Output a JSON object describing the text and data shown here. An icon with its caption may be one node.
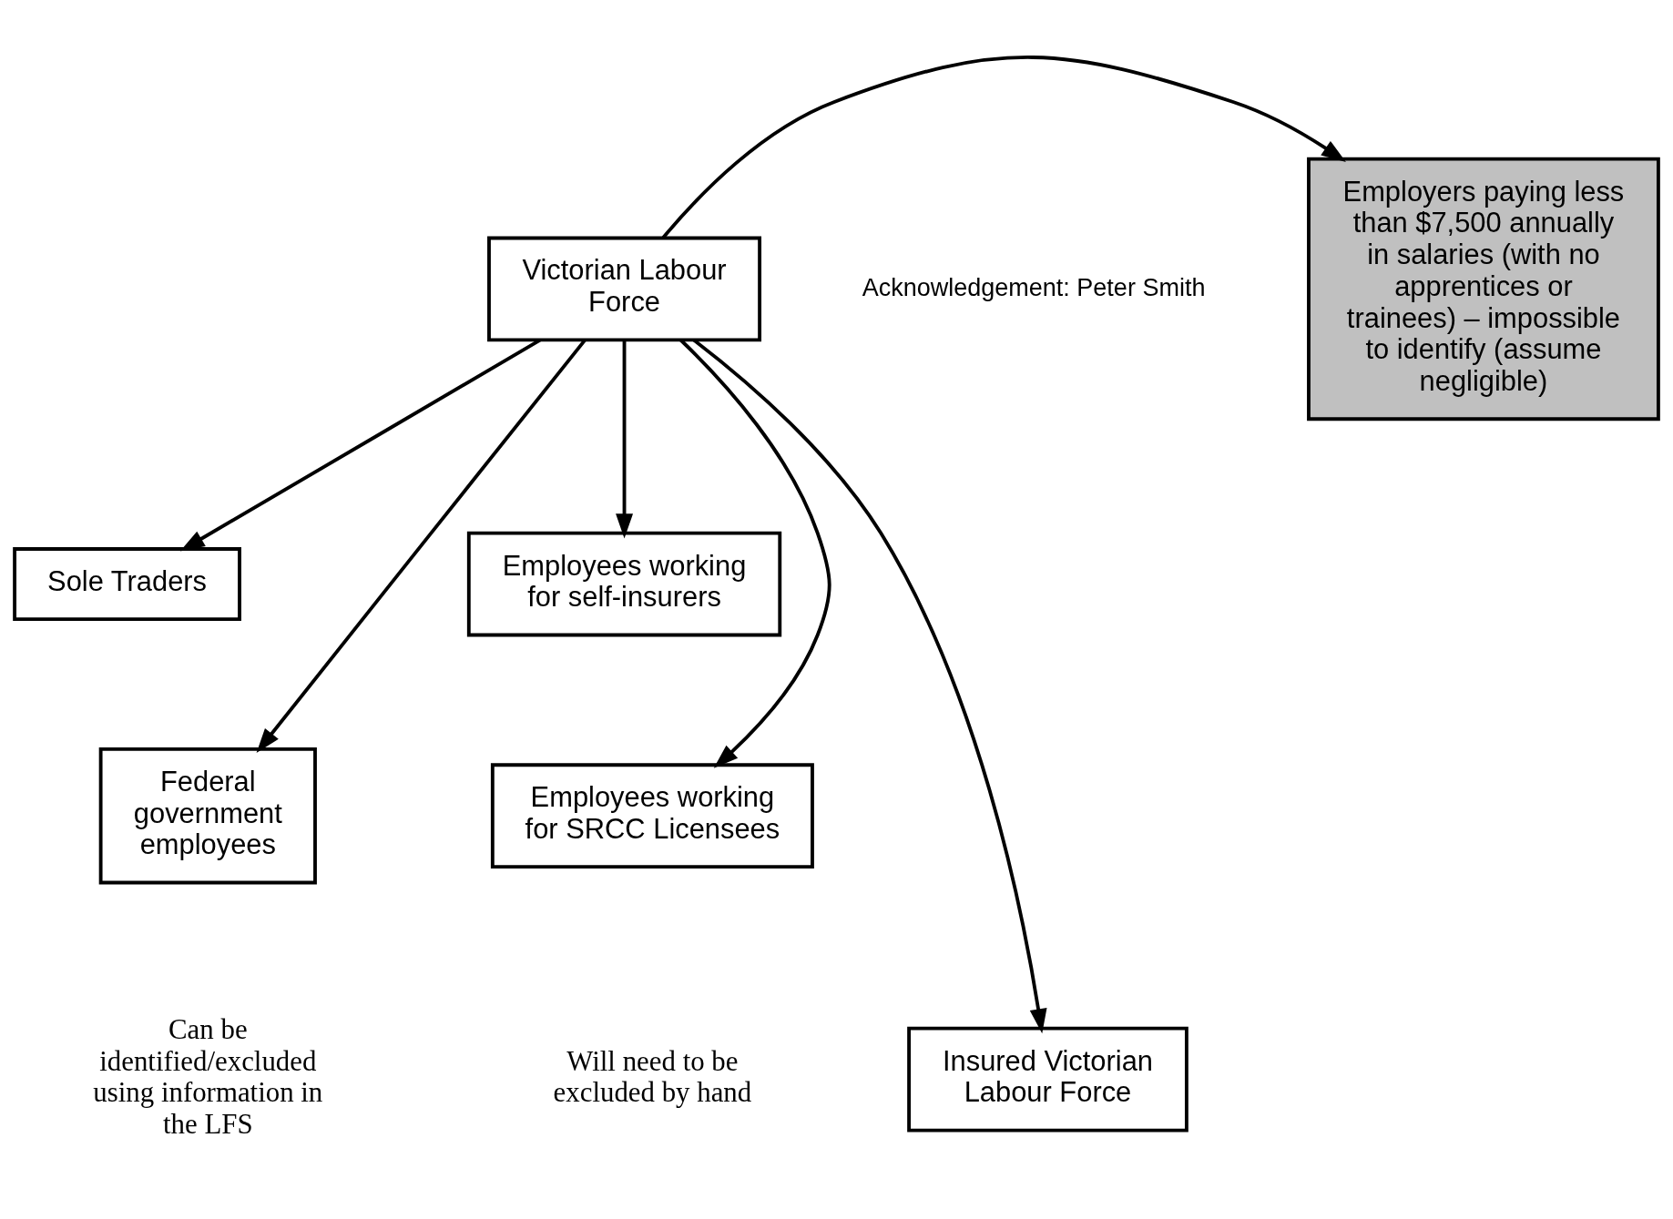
{
  "diagram": {
    "nodes": [
      {
        "text": [
          "Employers paying less than $7,500 annually in salaries (with no apprentices or trainees) – impossible to identify (assume negligible)"
        ]
      },
      {
        "text": [
          "Victorian Labour Force"
        ]
      },
      {
        "text": [
          "Sole Traders"
        ]
      },
      {
        "text": [
          "Employees working for self-insurers"
        ]
      },
      {
        "text": [
          "Federal government employees"
        ]
      },
      {
        "text": [
          "Employees working for SRCC Licensees"
        ]
      },
      {
        "text": [
          "Insured Victorian Labour Force"
        ]
      }
    ],
    "edges": [
      {
        "from": 1,
        "to": 0,
        "arrow": "to"
      },
      {
        "from": 1,
        "to": 2,
        "arrow": "to"
      },
      {
        "from": 1,
        "to": 3,
        "arrow": "to"
      },
      {
        "from": 1,
        "to": 4,
        "arrow": "to"
      },
      {
        "from": 1,
        "to": 5,
        "arrow": "to"
      },
      {
        "from": 1,
        "to": 6,
        "arrow": "to"
      }
    ],
    "labels": [
      "Acknowledgement: Peter Smith",
      "Will need to be excluded by hand",
      "Can be identified/excluded using information in the LFS"
    ]
  }
}
